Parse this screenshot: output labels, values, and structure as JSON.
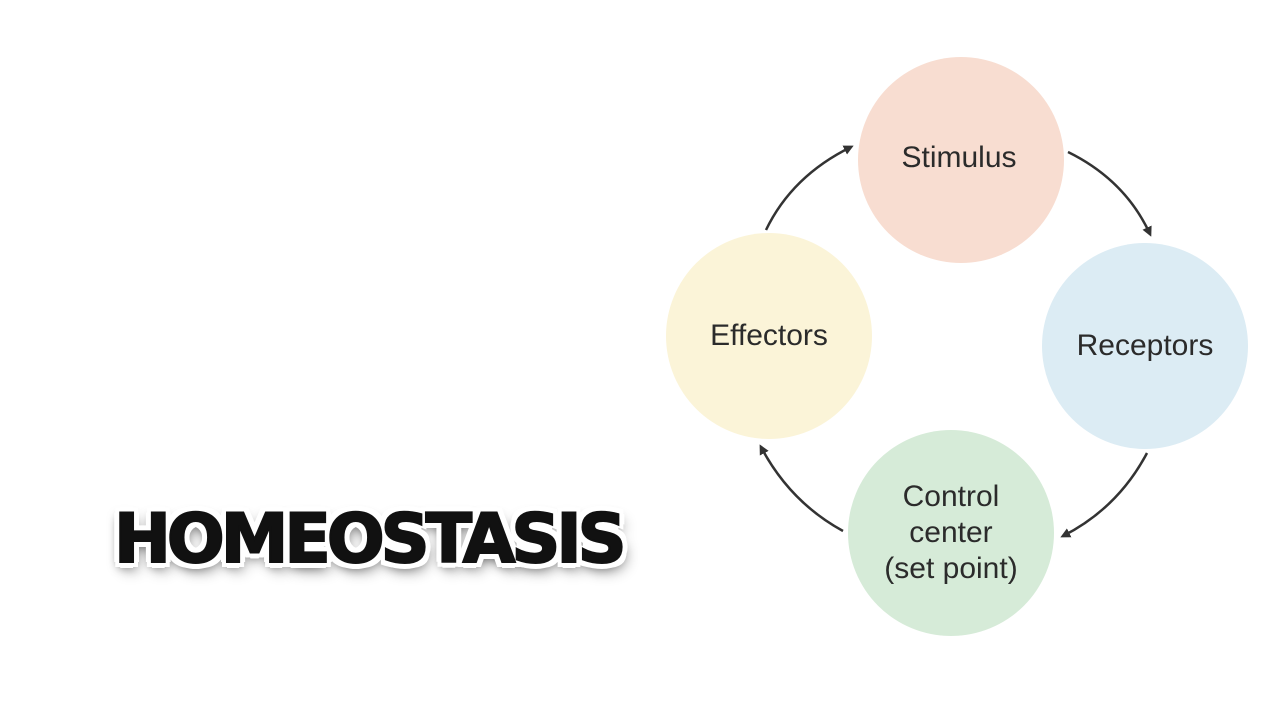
{
  "title": "HOMEOSTASIS",
  "cycle": {
    "nodes": {
      "stimulus": "Stimulus",
      "receptors": "Receptors",
      "control_center": "Control\ncenter\n(set point)",
      "effectors": "Effectors"
    },
    "colors": {
      "stimulus": "#f8ddd1",
      "receptors": "#dcecf4",
      "control_center": "#d6ebd8",
      "effectors": "#fbf4d8",
      "arrow": "#333333"
    }
  }
}
